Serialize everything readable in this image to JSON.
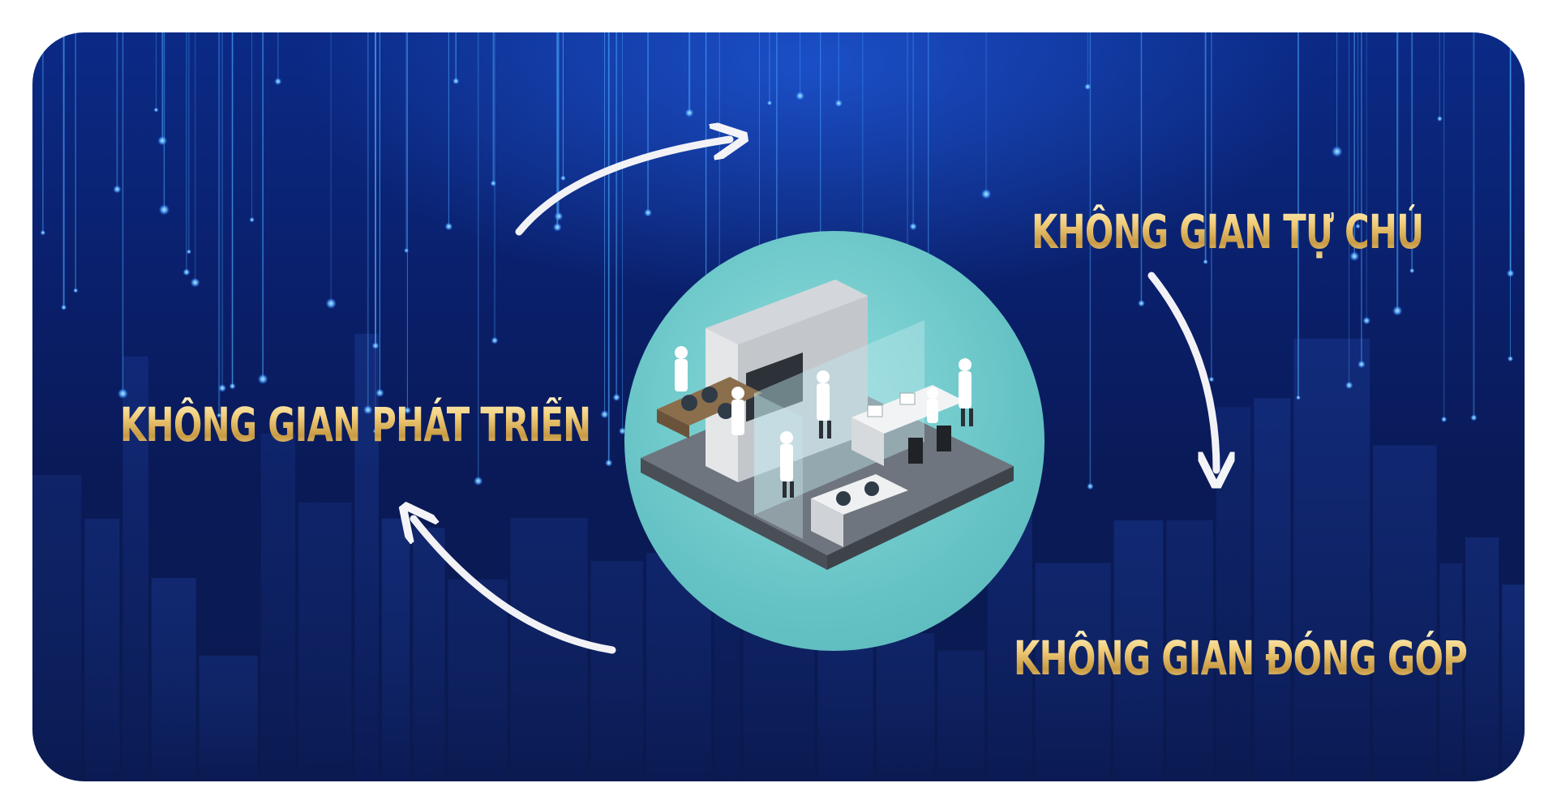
{
  "diagram": {
    "nodes": [
      {
        "id": "autonomy",
        "label": "KHÔNG GIAN TỰ CHỦ"
      },
      {
        "id": "contribution",
        "label": "KHÔNG GIAN ĐÓNG GÓP"
      },
      {
        "id": "development",
        "label": "KHÔNG GIAN PHÁT TRIỂN"
      }
    ],
    "edges": [
      {
        "from": "development",
        "to": "autonomy"
      },
      {
        "from": "autonomy",
        "to": "contribution"
      },
      {
        "from": "contribution",
        "to": "development"
      }
    ],
    "center_icon": "laboratory-illustration",
    "colors": {
      "background": "#0a1f6a",
      "label_gold": "#e9c46a",
      "circle": "#66c3c5",
      "arrow": "#f2f2f6"
    }
  }
}
